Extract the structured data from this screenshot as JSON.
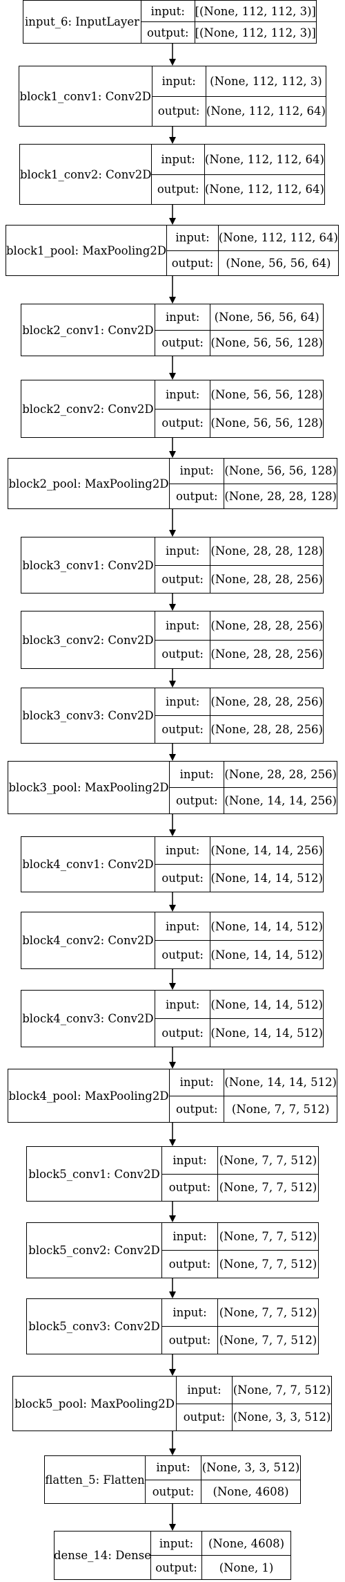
{
  "labels": {
    "input": "input:",
    "output": "output:"
  },
  "layers": [
    {
      "name": "input_6: InputLayer",
      "input": "[(None, 112, 112, 3)]",
      "output": "[(None, 112, 112, 3)]"
    },
    {
      "name": "block1_conv1: Conv2D",
      "input": "(None, 112, 112, 3)",
      "output": "(None, 112, 112, 64)"
    },
    {
      "name": "block1_conv2: Conv2D",
      "input": "(None, 112, 112, 64)",
      "output": "(None, 112, 112, 64)"
    },
    {
      "name": "block1_pool: MaxPooling2D",
      "input": "(None, 112, 112, 64)",
      "output": "(None, 56, 56, 64)"
    },
    {
      "name": "block2_conv1: Conv2D",
      "input": "(None, 56, 56, 64)",
      "output": "(None, 56, 56, 128)"
    },
    {
      "name": "block2_conv2: Conv2D",
      "input": "(None, 56, 56, 128)",
      "output": "(None, 56, 56, 128)"
    },
    {
      "name": "block2_pool: MaxPooling2D",
      "input": "(None, 56, 56, 128)",
      "output": "(None, 28, 28, 128)"
    },
    {
      "name": "block3_conv1: Conv2D",
      "input": "(None, 28, 28, 128)",
      "output": "(None, 28, 28, 256)"
    },
    {
      "name": "block3_conv2: Conv2D",
      "input": "(None, 28, 28, 256)",
      "output": "(None, 28, 28, 256)"
    },
    {
      "name": "block3_conv3: Conv2D",
      "input": "(None, 28, 28, 256)",
      "output": "(None, 28, 28, 256)"
    },
    {
      "name": "block3_pool: MaxPooling2D",
      "input": "(None, 28, 28, 256)",
      "output": "(None, 14, 14, 256)"
    },
    {
      "name": "block4_conv1: Conv2D",
      "input": "(None, 14, 14, 256)",
      "output": "(None, 14, 14, 512)"
    },
    {
      "name": "block4_conv2: Conv2D",
      "input": "(None, 14, 14, 512)",
      "output": "(None, 14, 14, 512)"
    },
    {
      "name": "block4_conv3: Conv2D",
      "input": "(None, 14, 14, 512)",
      "output": "(None, 14, 14, 512)"
    },
    {
      "name": "block4_pool: MaxPooling2D",
      "input": "(None, 14, 14, 512)",
      "output": "(None, 7, 7, 512)"
    },
    {
      "name": "block5_conv1: Conv2D",
      "input": "(None, 7, 7, 512)",
      "output": "(None, 7, 7, 512)"
    },
    {
      "name": "block5_conv2: Conv2D",
      "input": "(None, 7, 7, 512)",
      "output": "(None, 7, 7, 512)"
    },
    {
      "name": "block5_conv3: Conv2D",
      "input": "(None, 7, 7, 512)",
      "output": "(None, 7, 7, 512)"
    },
    {
      "name": "block5_pool: MaxPooling2D",
      "input": "(None, 7, 7, 512)",
      "output": "(None, 3, 3, 512)"
    },
    {
      "name": "flatten_5: Flatten",
      "input": "(None, 3, 3, 512)",
      "output": "(None, 4608)"
    },
    {
      "name": "dense_14: Dense",
      "input": "(None, 4608)",
      "output": "(None, 1)"
    }
  ]
}
